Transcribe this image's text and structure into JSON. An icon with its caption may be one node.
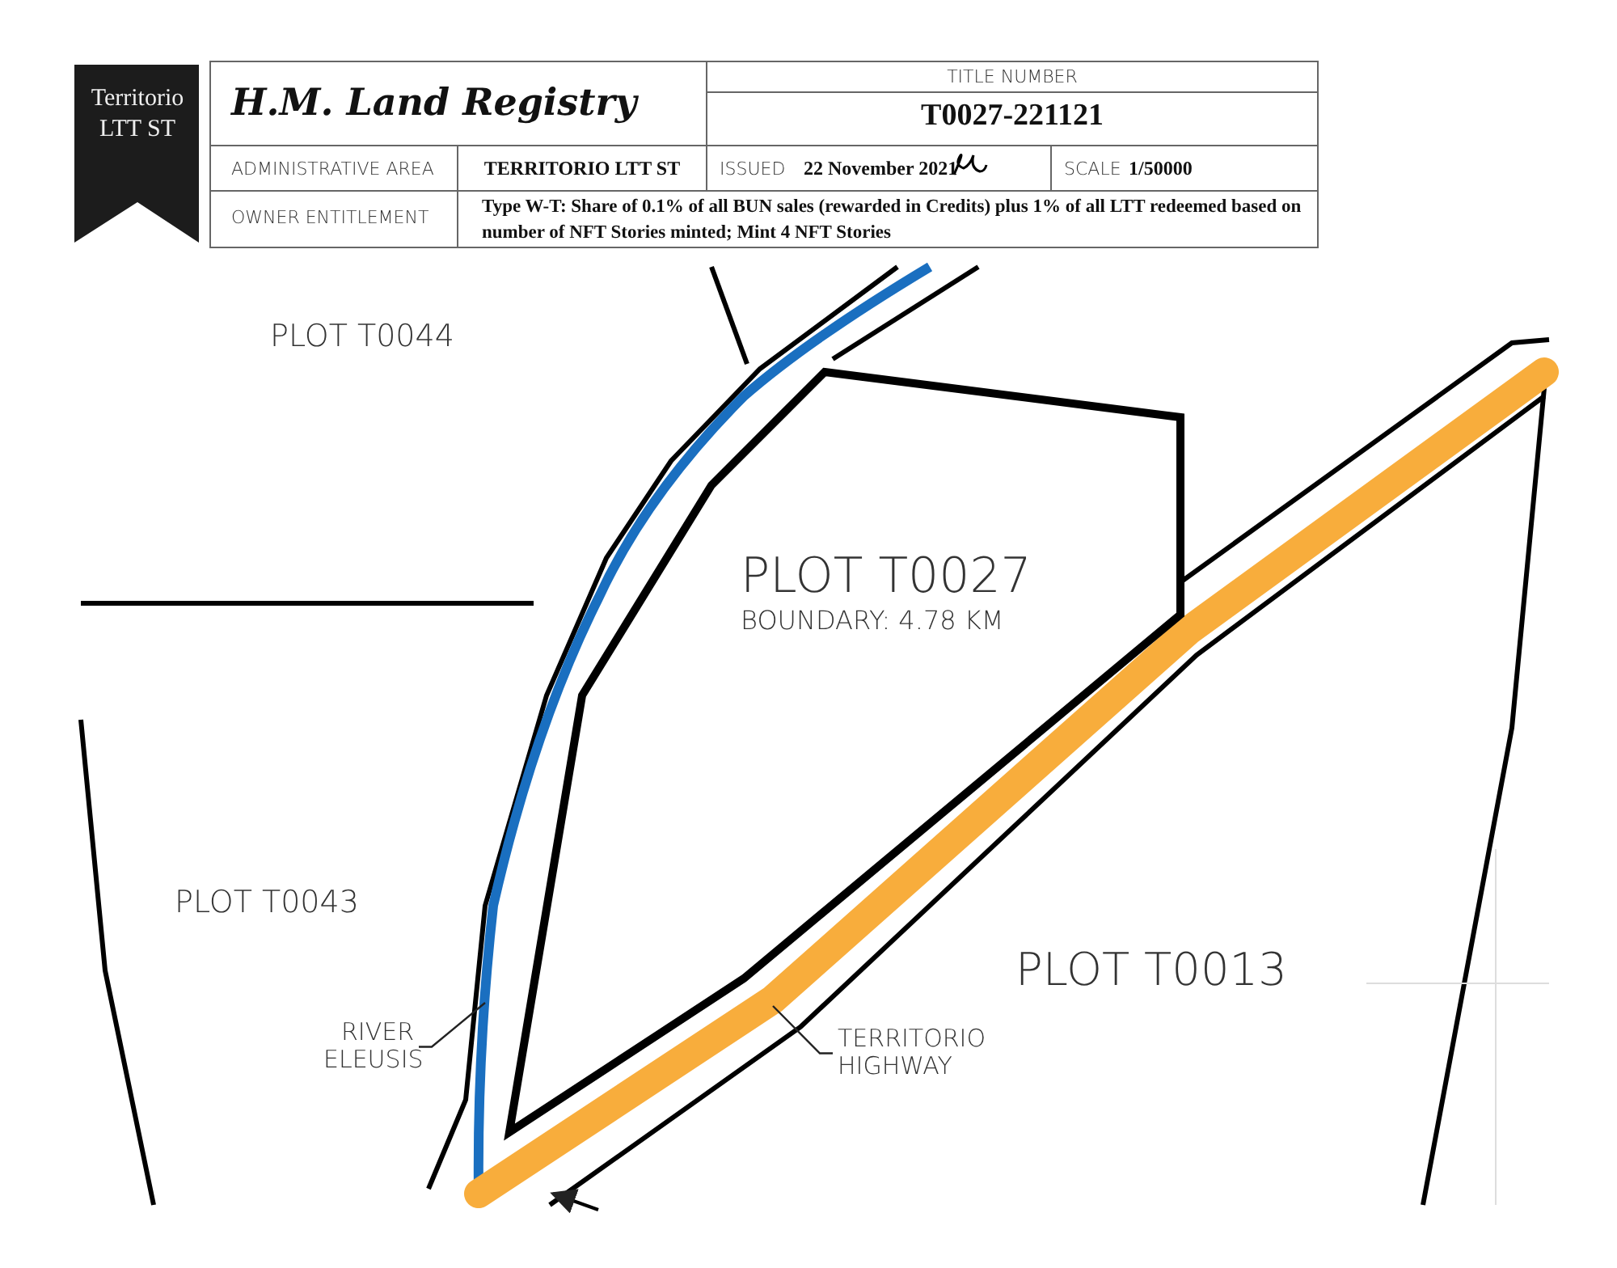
{
  "diagram": {
    "title": "H.M. Land Registry",
    "nodes": [
      {
        "text": [
          "PLOT T0044"
        ]
      },
      {
        "text": [
          "PLOT T0027",
          "BOUNDARY: 4.78 KM"
        ]
      },
      {
        "text": [
          "PLOT T0043"
        ]
      },
      {
        "text": [
          "PLOT T0013"
        ]
      },
      {
        "text": [
          "RIVER ELEUSIS"
        ]
      },
      {
        "text": [
          "TERRITORIO HIGHWAY"
        ]
      }
    ],
    "edges": [
      {
        "from": 4,
        "to": null,
        "arrow": "none"
      },
      {
        "from": 5,
        "to": null,
        "arrow": "none"
      }
    ],
    "labels": [
      "Territorio LTT ST",
      "TITLE NUMBER",
      "T0027-221121",
      "ADMINISTRATIVE AREA",
      "TERRITORIO LTT ST",
      "ISSUED",
      "22 November 2021",
      "SCALE",
      "1/50000",
      "OWNER ENTITLEMENT",
      "Type W-T: Share of 0.1% of all BUN sales (rewarded in Credits) plus 1% of all LTT redeemed based on number of NFT Stories minted; Mint 4 NFT Stories"
    ]
  }
}
